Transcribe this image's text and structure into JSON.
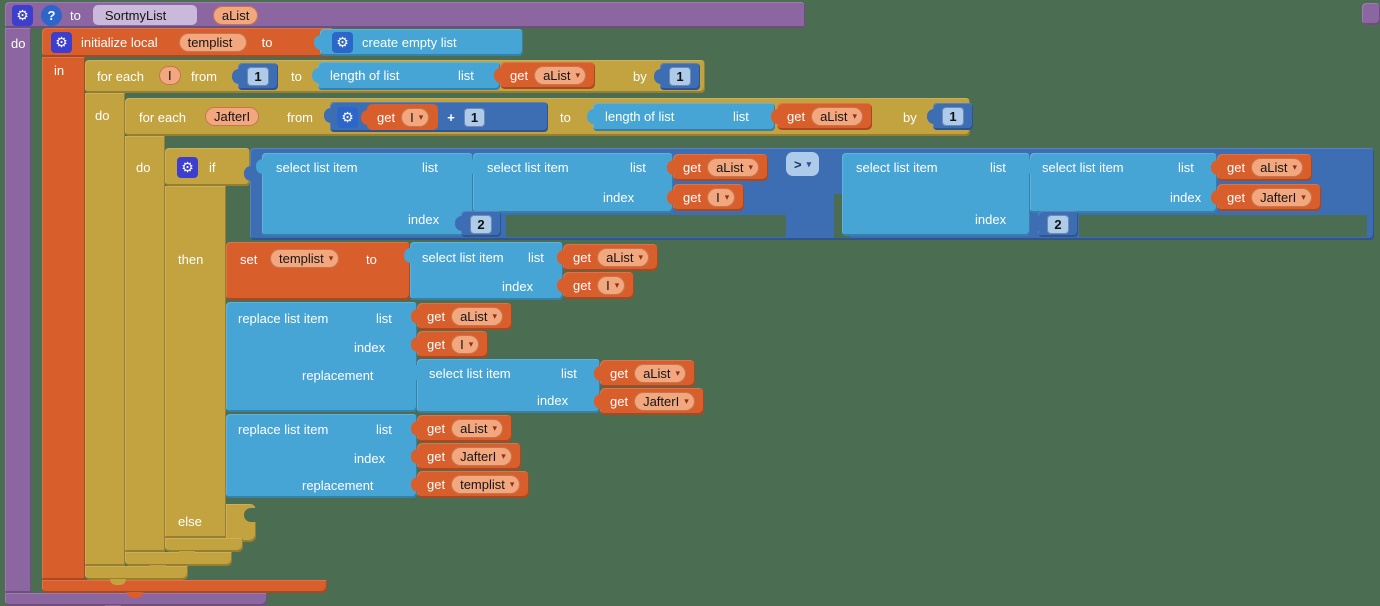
{
  "icons": {
    "gear": "⚙",
    "help": "?",
    "dropdown": "▾"
  },
  "colors": {
    "background": "#4B6E52",
    "procedure_purple": "#8C66A0",
    "variables_orange": "#D85E2C",
    "control_gold": "#C2A33F",
    "lists_blue": "#47A5D6",
    "math_blue": "#3D6EB4",
    "field_salmon": "#F3A77F",
    "name_lavender": "#CBB9DC",
    "number_pill": "#AECBEA",
    "gear_indigo": "#3D3DCE",
    "gear_royal": "#2D66C9"
  },
  "procedure": {
    "to": "to",
    "name": "SortmyList",
    "param": "aList",
    "do": "do"
  },
  "init_local": {
    "label": "initialize local",
    "name": "templist",
    "to": "to",
    "in": "in",
    "value_label": "create empty list"
  },
  "foreach_outer": {
    "label": "for each",
    "var": "I",
    "from": "from",
    "start": "1",
    "to": "to",
    "by": "by",
    "step": "1",
    "do": "do",
    "length": {
      "label": "length of list",
      "list": "list"
    },
    "get_list": {
      "get": "get",
      "var": "aList"
    }
  },
  "foreach_inner": {
    "label": "for each",
    "var": "JafterI",
    "from": "from",
    "start": {
      "get": "get",
      "var": "I",
      "plus": "+",
      "one": "1"
    },
    "to": "to",
    "by": "by",
    "step": "1",
    "do": "do",
    "length": {
      "label": "length of list",
      "list": "list"
    },
    "get_list": {
      "get": "get",
      "var": "aList"
    }
  },
  "if_block": {
    "if": "if",
    "then": "then",
    "else": "else",
    "op": ">",
    "left": {
      "label": "select list item",
      "list": "list",
      "index": "index",
      "index_value": "2",
      "inner": {
        "label": "select list item",
        "list": "list",
        "index": "index",
        "get_list": {
          "get": "get",
          "var": "aList"
        },
        "get_index": {
          "get": "get",
          "var": "I"
        }
      }
    },
    "right": {
      "label": "select list item",
      "list": "list",
      "index": "index",
      "index_value": "2",
      "inner": {
        "label": "select list item",
        "list": "list",
        "index": "index",
        "get_list": {
          "get": "get",
          "var": "aList"
        },
        "get_index": {
          "get": "get",
          "var": "JafterI"
        }
      }
    }
  },
  "set_block": {
    "set": "set",
    "var": "templist",
    "to": "to",
    "value": {
      "label": "select list item",
      "list": "list",
      "index": "index",
      "get_list": {
        "get": "get",
        "var": "aList"
      },
      "get_index": {
        "get": "get",
        "var": "I"
      }
    }
  },
  "replace1": {
    "label": "replace list item",
    "list": "list",
    "index": "index",
    "replacement": "replacement",
    "get_list": {
      "get": "get",
      "var": "aList"
    },
    "get_index": {
      "get": "get",
      "var": "I"
    },
    "value": {
      "label": "select list item",
      "list": "list",
      "index": "index",
      "get_list": {
        "get": "get",
        "var": "aList"
      },
      "get_index": {
        "get": "get",
        "var": "JafterI"
      }
    }
  },
  "replace2": {
    "label": "replace list item",
    "list": "list",
    "index": "index",
    "replacement": "replacement",
    "get_list": {
      "get": "get",
      "var": "aList"
    },
    "get_index": {
      "get": "get",
      "var": "JafterI"
    },
    "get_replacement": {
      "get": "get",
      "var": "templist"
    }
  }
}
